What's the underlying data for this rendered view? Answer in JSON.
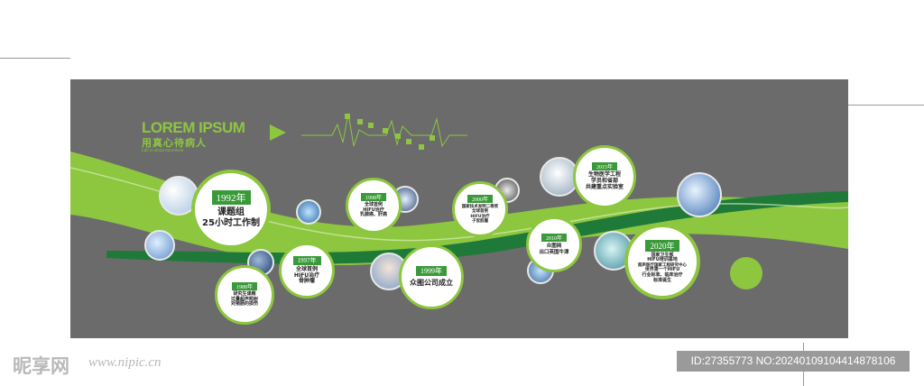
{
  "header": {
    "title": "LOREM IPSUM",
    "subtitle": "用真心待病人",
    "tagline": "Life is about movement"
  },
  "colors": {
    "accent": "#8dc63f",
    "dark_green": "#1f7a3a",
    "board": "#6b6b6b",
    "year_tag": "#3a9a3a"
  },
  "milestones": [
    {
      "year": "1992年",
      "lines": [
        "课题组",
        "25小时工作制"
      ]
    },
    {
      "year": "1988年",
      "lines": [
        "研究生课题",
        "过量超声照射",
        "对猪肠的损伤"
      ]
    },
    {
      "year": "1997年",
      "lines": [
        "全球首例",
        "HIFU治疗",
        "骨肿瘤"
      ]
    },
    {
      "year": "1998年",
      "lines": [
        "全球首例",
        "HIFU治疗",
        "乳腺癌、肝癌"
      ]
    },
    {
      "year": "1999年",
      "lines": [
        "众图公司成立"
      ]
    },
    {
      "year": "2000年",
      "lines": [
        "国家技术发明二等奖",
        "全球首例",
        "HIFU治疗",
        "子宫肌瘤"
      ]
    },
    {
      "year": "2010年",
      "lines": [
        "众图网",
        "出口英国牛津"
      ]
    },
    {
      "year": "2015年",
      "lines": [
        "生物医学工程",
        "学员和省部",
        "共建重点实验室"
      ]
    },
    {
      "year": "2020年",
      "lines": [
        "国家卫生部",
        "HIFU培训基地",
        "超声医疗国家工程研究中心",
        "世界第一个HIFU",
        "行业标准、临床治疗",
        "标准诞生"
      ]
    }
  ],
  "watermark": {
    "brand": "昵享网",
    "url": "www.nipic.cn",
    "id": "ID:27355773 NO:20240109104414878106"
  }
}
